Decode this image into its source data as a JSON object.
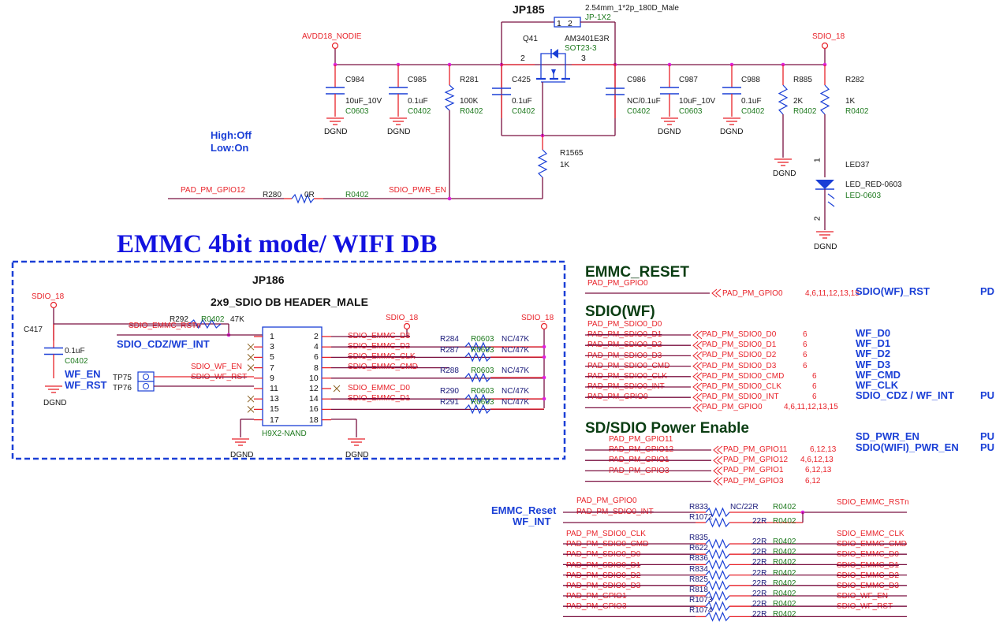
{
  "colors": {
    "wire": "#7a1040",
    "pin_stub": "#e8232a",
    "component": "#1a3fd6",
    "junction": "#e020e0",
    "net_label": "#e8232a",
    "footprint": "#1f7a1f",
    "title": "#1212e0",
    "section": "#0a3d12",
    "dashed_box": "#1a3fd6"
  },
  "power_section": {
    "jp185": {
      "ref": "JP185",
      "desc": "2.54mm_1*2p_180D_Male",
      "footprint": "JP-1X2",
      "pins": [
        "1",
        "2"
      ]
    },
    "q41": {
      "ref": "Q41",
      "part": "AM3401E3R",
      "footprint": "SOT23-3",
      "pin_left": "2",
      "pin_right": "3"
    },
    "avdd_net": "AVDD18_NODIE",
    "sdio18_net": "SDIO_18",
    "gnd": "DGND",
    "caps": [
      {
        "ref": "C984",
        "value": "10uF_10V",
        "footprint": "C0603"
      },
      {
        "ref": "C985",
        "value": "0.1uF",
        "footprint": "C0402"
      },
      {
        "ref": "C425",
        "value": "0.1uF",
        "footprint": "C0402"
      },
      {
        "ref": "C986",
        "value": "NC/0.1uF",
        "footprint": "C0402"
      },
      {
        "ref": "C987",
        "value": "10uF_10V",
        "footprint": "C0603"
      },
      {
        "ref": "C988",
        "value": "0.1uF",
        "footprint": "C0402"
      }
    ],
    "resistors": [
      {
        "ref": "R281",
        "value": "100K",
        "footprint": "R0402"
      },
      {
        "ref": "R1565",
        "value": "1K",
        "footprint": ""
      },
      {
        "ref": "R885",
        "value": "2K",
        "footprint": "R0402"
      },
      {
        "ref": "R282",
        "value": "1K",
        "footprint": "R0402"
      },
      {
        "ref": "R280",
        "value": "0R",
        "footprint": "R0402"
      }
    ],
    "led": {
      "ref": "LED37",
      "part": "LED_RED-0603",
      "footprint": "LED-0603",
      "pin1": "1",
      "pin2": "2"
    },
    "note_high": "High:Off",
    "note_low": "Low:On",
    "gpio_net": "PAD_PM_GPIO12",
    "pwr_en_net": "SDIO_PWR_EN"
  },
  "emmc_box": {
    "title": "EMMC 4bit mode/ WIFI DB",
    "header": {
      "ref": "JP186",
      "desc": "2x9_SDIO DB HEADER_MALE",
      "footprint": "H9X2-NAND",
      "left_pins": [
        "1",
        "3",
        "5",
        "7",
        "9",
        "11",
        "13",
        "15",
        "17"
      ],
      "right_pins": [
        "2",
        "4",
        "6",
        "8",
        "10",
        "12",
        "14",
        "16",
        "18"
      ]
    },
    "c417": {
      "ref": "C417",
      "value": "0.1uF",
      "footprint": "C0402"
    },
    "r292": {
      "ref": "R292",
      "footprint": "R0402",
      "value": "47K"
    },
    "sdio18": "SDIO_18",
    "gnd": "DGND",
    "nets_left": {
      "rstn": "SDIO_EMMC_RSTn",
      "wf_en": "SDIO_WF_EN",
      "wf_rst": "SDIO_WF_RST"
    },
    "cdz_label": "SDIO_CDZ/WF_INT",
    "wf_en_label": "WF_EN",
    "wf_rst_label": "WF_RST",
    "tp75": "TP75",
    "tp76": "TP76",
    "nets_right": [
      "SDIO_EMMC_D3",
      "SDIO_EMMC_D2",
      "SDIO_EMMC_CLK",
      "SDIO_EMMC_CMD",
      "SDIO_EMMC_D0",
      "SDIO_EMMC_D1"
    ],
    "pullups": [
      {
        "ref": "R284",
        "footprint": "R0603",
        "value": "NC/47K"
      },
      {
        "ref": "R287",
        "footprint": "R0603",
        "value": "NC/47K"
      },
      {
        "ref": "R288",
        "footprint": "R0603",
        "value": "NC/47K"
      },
      {
        "ref": "R290",
        "footprint": "R0603",
        "value": "NC/47K"
      },
      {
        "ref": "R291",
        "footprint": "R0603",
        "value": "NC/47K"
      }
    ]
  },
  "emmc_reset": {
    "heading": "EMMC_RESET",
    "net_above": "PAD_PM_GPIO0",
    "port": "PAD_PM_GPIO0",
    "pages": "4,6,11,12,13,15",
    "note": "SDIO(WF)_RST",
    "pull": "PD"
  },
  "sdio_wf": {
    "heading": "SDIO(WF)",
    "left_nets": [
      "PAD_PM_SDIO0_D0",
      "PAD_PM_SDIO0_D1",
      "PAD_PM_SDIO0_D2",
      "PAD_PM_SDIO0_D3",
      "PAD_PM_SDIO0_CMD",
      "PAD_PM_SDIO0_CLK",
      "PAD_PM_SDIO0_INT",
      "PAD_PM_GPIO0"
    ],
    "ports": [
      {
        "name": "PAD_PM_SDIO0_D0",
        "pages": "6"
      },
      {
        "name": "PAD_PM_SDIO0_D1",
        "pages": "6"
      },
      {
        "name": "PAD_PM_SDIO0_D2",
        "pages": "6"
      },
      {
        "name": "PAD_PM_SDIO0_D3",
        "pages": "6"
      },
      {
        "name": "PAD_PM_SDIO0_CMD",
        "pages": "6"
      },
      {
        "name": "PAD_PM_SDIO0_CLK",
        "pages": "6"
      },
      {
        "name": "PAD_PM_SDIO0_INT",
        "pages": "6"
      },
      {
        "name": "PAD_PM_GPIO0",
        "pages": "4,6,11,12,13,15"
      }
    ],
    "notes": [
      "WF_D0",
      "WF_D1",
      "WF_D2",
      "WF_D3",
      "WF_CMD",
      "WF_CLK",
      "SDIO_CDZ / WF_INT"
    ],
    "pull": "PU"
  },
  "power_enable": {
    "heading": "SD/SDIO Power Enable",
    "left_nets": [
      "PAD_PM_GPIO11",
      "PAD_PM_GPIO12",
      "PAD_PM_GPIO1",
      "PAD_PM_GPIO3"
    ],
    "ports": [
      {
        "name": "PAD_PM_GPIO11",
        "pages": "6,12,13"
      },
      {
        "name": "PAD_PM_GPIO12",
        "pages": "4,6,12,13"
      },
      {
        "name": "PAD_PM_GPIO1",
        "pages": "6,12,13"
      },
      {
        "name": "PAD_PM_GPIO3",
        "pages": "6,12"
      }
    ],
    "notes": [
      {
        "label": "SD_PWR_EN",
        "pull": "PU"
      },
      {
        "label": "SDIO(WIFI)_PWR_EN",
        "pull": "PU"
      }
    ]
  },
  "series_resistors": {
    "emmc_reset_label": "EMMC_Reset",
    "wf_int_label": "WF_INT",
    "rows": [
      {
        "left": "PAD_PM_GPIO0",
        "ref": "R833",
        "value": "NC/22R",
        "footprint": "R0402",
        "right": "SDIO_EMMC_RSTn"
      },
      {
        "left": "PAD_PM_SDIO0_INT",
        "ref": "R1072",
        "value": "22R",
        "footprint": "R0402",
        "right": ""
      },
      {
        "left": "PAD_PM_SDIO0_CLK",
        "ref": "R835",
        "value": "22R",
        "footprint": "R0402",
        "right": "SDIO_EMMC_CLK"
      },
      {
        "left": "PAD_PM_SDIO0_CMD",
        "ref": "R622",
        "value": "22R",
        "footprint": "R0402",
        "right": "SDIO_EMMC_CMD"
      },
      {
        "left": "PAD_PM_SDIO0_D0",
        "ref": "R836",
        "value": "22R",
        "footprint": "R0402",
        "right": "SDIO_EMMC_D0"
      },
      {
        "left": "PAD_PM_SDIO0_D1",
        "ref": "R834",
        "value": "22R",
        "footprint": "R0402",
        "right": "SDIO_EMMC_D1"
      },
      {
        "left": "PAD_PM_SDIO0_D2",
        "ref": "R825",
        "value": "22R",
        "footprint": "R0402",
        "right": "SDIO_EMMC_D2"
      },
      {
        "left": "PAD_PM_SDIO0_D3",
        "ref": "R818",
        "value": "22R",
        "footprint": "R0402",
        "right": "SDIO_EMMC_D3"
      },
      {
        "left": "PAD_PM_GPIO1",
        "ref": "R1073",
        "value": "22R",
        "footprint": "R0402",
        "right": "SDIO_WF_EN"
      },
      {
        "left": "PAD_PM_GPIO3",
        "ref": "R1074",
        "value": "22R",
        "footprint": "R0402",
        "right": "SDIO_WF_RST"
      }
    ]
  }
}
